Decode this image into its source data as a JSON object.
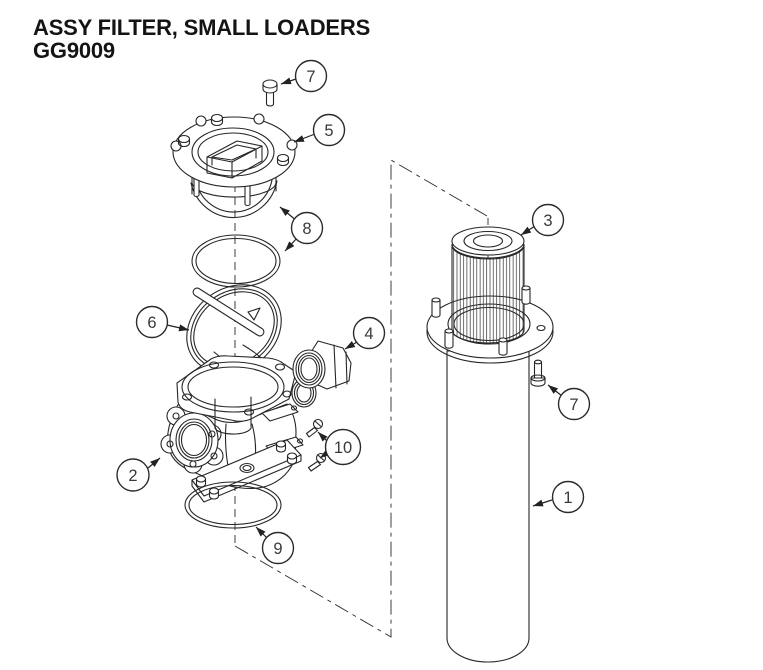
{
  "title": {
    "line1": "ASSY FILTER, SMALL LOADERS",
    "line2": "GG9009"
  },
  "callouts": {
    "c1": {
      "number": "1"
    },
    "c2": {
      "number": "2",
      "highlighted": true
    },
    "c3": {
      "number": "3"
    },
    "c4": {
      "number": "4"
    },
    "c5": {
      "number": "5"
    },
    "c6": {
      "number": "6"
    },
    "c7_top": {
      "number": "7"
    },
    "c7_right": {
      "number": "7"
    },
    "c8": {
      "number": "8"
    },
    "c9": {
      "number": "9"
    },
    "c10": {
      "number": "10"
    }
  },
  "colors": {
    "line": "#262626",
    "title_text": "#141414",
    "callout_text": "#3a3a3a",
    "highlight_red": "#c22b30",
    "background": "#ffffff"
  }
}
